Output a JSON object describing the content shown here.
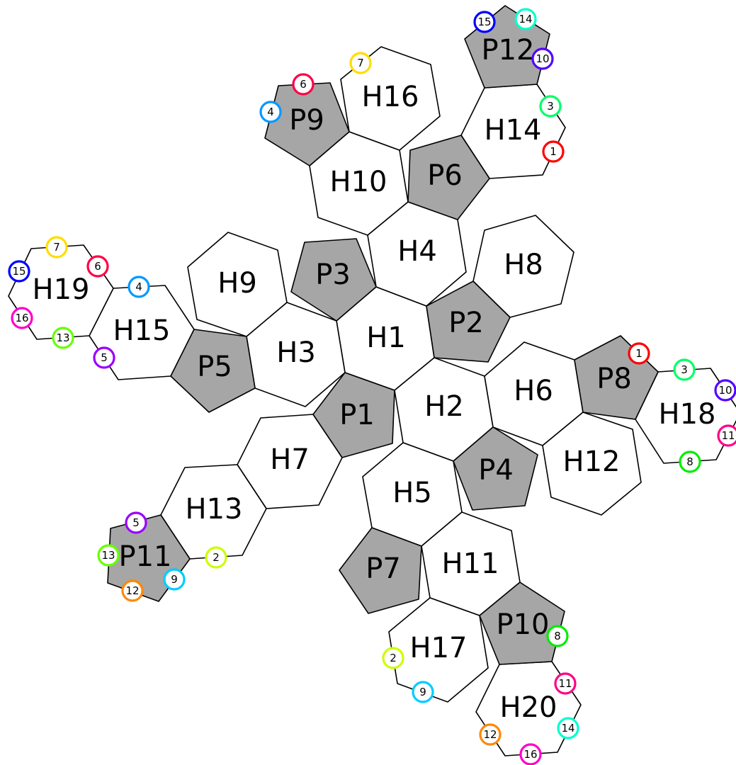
{
  "colors": {
    "pentagon_fill": "#a6a6a6",
    "hexagon_fill": "#ffffff",
    "stroke": "#000000"
  },
  "faces": [
    {
      "label": "H1",
      "kind": "hexagon"
    },
    {
      "label": "H2",
      "kind": "hexagon"
    },
    {
      "label": "H3",
      "kind": "hexagon"
    },
    {
      "label": "H4",
      "kind": "hexagon"
    },
    {
      "label": "H5",
      "kind": "hexagon"
    },
    {
      "label": "H6",
      "kind": "hexagon"
    },
    {
      "label": "H7",
      "kind": "hexagon"
    },
    {
      "label": "H8",
      "kind": "hexagon"
    },
    {
      "label": "H9",
      "kind": "hexagon"
    },
    {
      "label": "H10",
      "kind": "hexagon"
    },
    {
      "label": "H11",
      "kind": "hexagon"
    },
    {
      "label": "H12",
      "kind": "hexagon"
    },
    {
      "label": "H13",
      "kind": "hexagon"
    },
    {
      "label": "H14",
      "kind": "hexagon"
    },
    {
      "label": "H15",
      "kind": "hexagon"
    },
    {
      "label": "H16",
      "kind": "hexagon"
    },
    {
      "label": "H17",
      "kind": "hexagon"
    },
    {
      "label": "H18",
      "kind": "hexagon"
    },
    {
      "label": "H19",
      "kind": "hexagon"
    },
    {
      "label": "H20",
      "kind": "hexagon"
    },
    {
      "label": "P1",
      "kind": "pentagon"
    },
    {
      "label": "P2",
      "kind": "pentagon"
    },
    {
      "label": "P3",
      "kind": "pentagon"
    },
    {
      "label": "P4",
      "kind": "pentagon"
    },
    {
      "label": "P5",
      "kind": "pentagon"
    },
    {
      "label": "P6",
      "kind": "pentagon"
    },
    {
      "label": "P7",
      "kind": "pentagon"
    },
    {
      "label": "P8",
      "kind": "pentagon"
    },
    {
      "label": "P9",
      "kind": "pentagon"
    },
    {
      "label": "P10",
      "kind": "pentagon"
    },
    {
      "label": "P11",
      "kind": "pentagon"
    },
    {
      "label": "P12",
      "kind": "pentagon"
    }
  ],
  "edge_tags": [
    {
      "label": "1",
      "color": "#ff0000"
    },
    {
      "label": "1",
      "color": "#ff0000"
    },
    {
      "label": "2",
      "color": "#ccff00"
    },
    {
      "label": "2",
      "color": "#ccff00"
    },
    {
      "label": "3",
      "color": "#00ff66"
    },
    {
      "label": "3",
      "color": "#00ff66"
    },
    {
      "label": "4",
      "color": "#0099ff"
    },
    {
      "label": "4",
      "color": "#0099ff"
    },
    {
      "label": "5",
      "color": "#9900ff"
    },
    {
      "label": "5",
      "color": "#9900ff"
    },
    {
      "label": "6",
      "color": "#ff0044"
    },
    {
      "label": "6",
      "color": "#ff0044"
    },
    {
      "label": "7",
      "color": "#ffdd00"
    },
    {
      "label": "7",
      "color": "#ffdd00"
    },
    {
      "label": "8",
      "color": "#00ee00"
    },
    {
      "label": "8",
      "color": "#00ee00"
    },
    {
      "label": "9",
      "color": "#00ccff"
    },
    {
      "label": "9",
      "color": "#00ccff"
    },
    {
      "label": "10",
      "color": "#5500ff"
    },
    {
      "label": "10",
      "color": "#5500ff"
    },
    {
      "label": "11",
      "color": "#ff0088"
    },
    {
      "label": "11",
      "color": "#ff0088"
    },
    {
      "label": "12",
      "color": "#ff8800"
    },
    {
      "label": "12",
      "color": "#ff8800"
    },
    {
      "label": "13",
      "color": "#66ff00"
    },
    {
      "label": "13",
      "color": "#66ff00"
    },
    {
      "label": "14",
      "color": "#00ffcc"
    },
    {
      "label": "14",
      "color": "#00ffcc"
    },
    {
      "label": "15",
      "color": "#0000ff"
    },
    {
      "label": "15",
      "color": "#0000ff"
    },
    {
      "label": "16",
      "color": "#ff00cc"
    },
    {
      "label": "16",
      "color": "#ff00cc"
    }
  ]
}
